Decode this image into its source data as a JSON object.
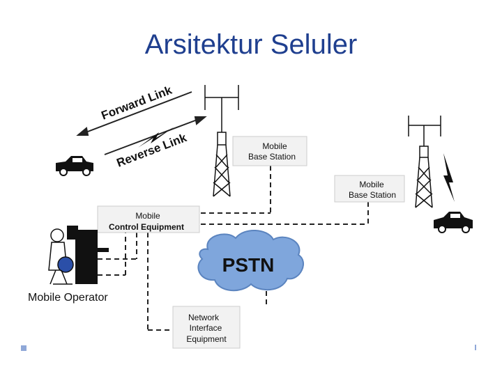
{
  "slide": {
    "title": "Arsitektur Seluler"
  },
  "diagram": {
    "forward_link": "Forward Link",
    "reverse_link": "Reverse Link",
    "base_station_1": {
      "line1": "Mobile",
      "line2": "Base Station"
    },
    "base_station_2": {
      "line1": "Mobile",
      "line2": "Base Station"
    },
    "control_equipment": {
      "line1": "Mobile",
      "line2": "Control Equipment"
    },
    "pstn": "PSTN",
    "mobile_operator": "Mobile Operator",
    "network_interface": {
      "line1": "Network",
      "line2": "Interface",
      "line3": "Equipment"
    }
  }
}
